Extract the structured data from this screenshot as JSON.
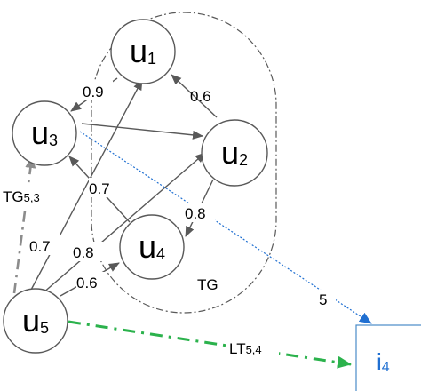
{
  "colors": {
    "node_stroke": "#595959",
    "edge": "#595959",
    "trust_edge_dashed": "#8c8c8c",
    "latent_trust_edge": "#2bb24c",
    "rating_edge": "#1f6fd1",
    "item_box": "#4a8bc9",
    "item_text": "#1f6fd1"
  },
  "region": {
    "label": "TG"
  },
  "nodes": [
    {
      "id": "u1",
      "main": "u",
      "sub": "1"
    },
    {
      "id": "u2",
      "main": "u",
      "sub": "2"
    },
    {
      "id": "u3",
      "main": "u",
      "sub": "3"
    },
    {
      "id": "u4",
      "main": "u",
      "sub": "4"
    },
    {
      "id": "u5",
      "main": "u",
      "sub": "5"
    }
  ],
  "item": {
    "id": "i4",
    "main": "i",
    "sub": "4"
  },
  "edges": [
    {
      "from": "u1",
      "to": "u3",
      "weight": "0.9"
    },
    {
      "from": "u2",
      "to": "u1",
      "weight": "0.6"
    },
    {
      "from": "u3",
      "to": "u2",
      "weight": ""
    },
    {
      "from": "u2",
      "to": "u4",
      "weight": "0.8"
    },
    {
      "from": "u4",
      "to": "u3",
      "weight": "0.7"
    },
    {
      "from": "u5",
      "to": "u1",
      "weight": "0.7"
    },
    {
      "from": "u5",
      "to": "u2",
      "weight": "0.8"
    },
    {
      "from": "u5",
      "to": "u4",
      "weight": "0.6"
    }
  ],
  "special_edges": {
    "tg53": {
      "from": "u5",
      "to": "u3",
      "label_main": "TG",
      "label_sub": "5,3"
    },
    "lt54": {
      "from": "u5",
      "to": "i4",
      "label_main": "LT",
      "label_sub": "5,4"
    },
    "rating": {
      "from": "u3",
      "to": "i4",
      "label": "5"
    }
  }
}
